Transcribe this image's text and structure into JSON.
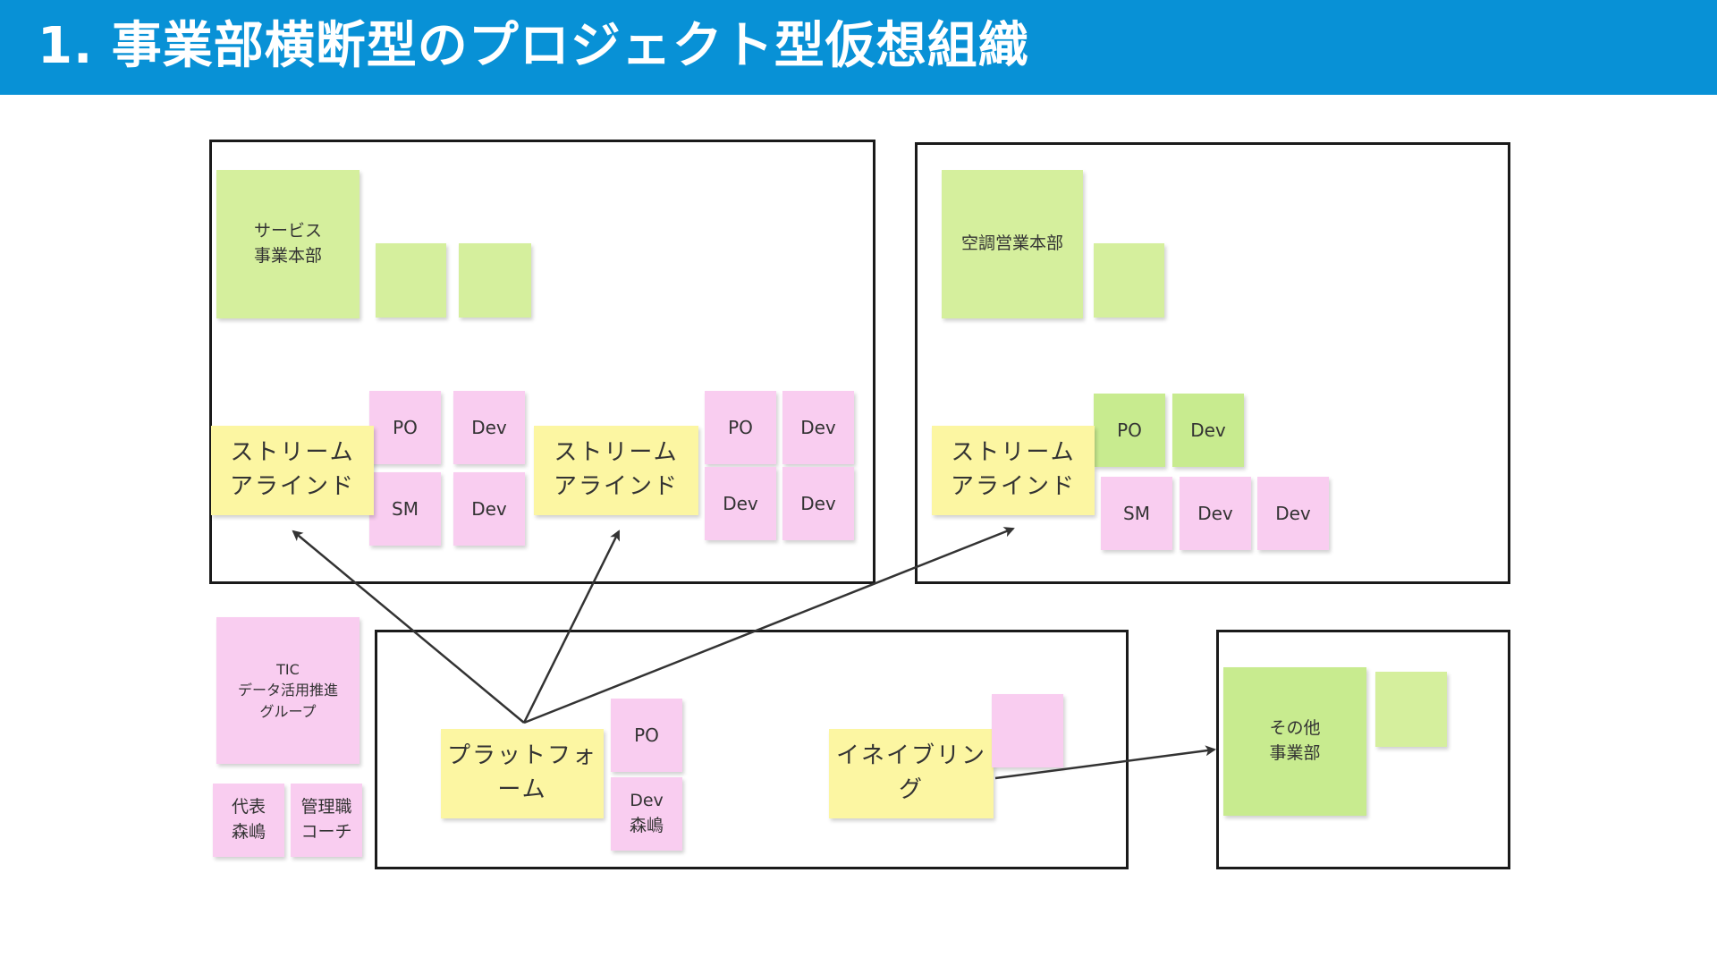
{
  "title": "1. 事業部横断型のプロジェクト型仮想組織",
  "notes": {
    "service_division": "サービス\n事業本部",
    "aircon_division": "空調営業本部",
    "other_division": "その他\n事業部",
    "tic_group": "TIC\nデータ活用推進\nグループ",
    "representative": "代表\n森嶋",
    "manager_coach": "管理職\nコーチ",
    "stream_aligned": "ストリーム\nアラインド",
    "platform": "プラットフォ\nーム",
    "enabling": "イネイブリン\nグ",
    "po": "PO",
    "dev": "Dev",
    "sm": "SM",
    "dev_morishima": "Dev\n森嶋"
  }
}
